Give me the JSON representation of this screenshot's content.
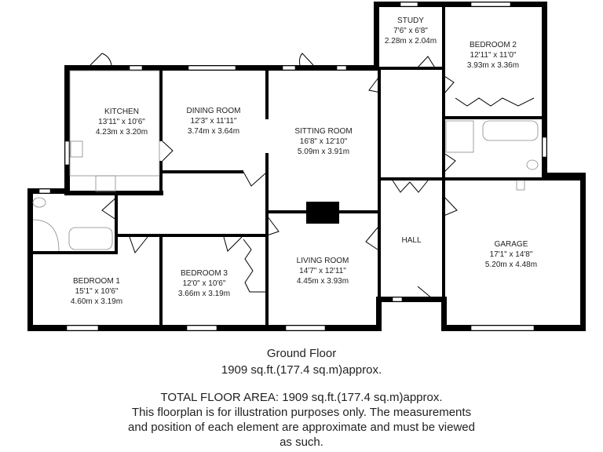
{
  "rooms": [
    {
      "name": "KITCHEN",
      "imperial": "13'11\" x 10'6\"",
      "metric": "4.23m x 3.20m"
    },
    {
      "name": "DINING ROOM",
      "imperial": "12'3\" x 11'11\"",
      "metric": "3.74m x 3.64m"
    },
    {
      "name": "SITTING ROOM",
      "imperial": "16'8\" x 12'10\"",
      "metric": "5.09m x 3.91m"
    },
    {
      "name": "STUDY",
      "imperial": "7'6\" x 6'8\"",
      "metric": "2.28m x 2.04m"
    },
    {
      "name": "BEDROOM 2",
      "imperial": "12'11\" x 11'0\"",
      "metric": "3.93m x 3.36m"
    },
    {
      "name": "HALL"
    },
    {
      "name": "GARAGE",
      "imperial": "17'1\" x 14'8\"",
      "metric": "5.20m x 4.48m"
    },
    {
      "name": "LIVING ROOM",
      "imperial": "14'7\" x 12'11\"",
      "metric": "4.45m x 3.93m"
    },
    {
      "name": "BEDROOM 3",
      "imperial": "12'0\" x 10'6\"",
      "metric": "3.66m x 3.19m"
    },
    {
      "name": "BEDROOM 1",
      "imperial": "15'1\" x 10'6\"",
      "metric": "4.60m x 3.19m"
    }
  ],
  "floor": {
    "name": "Ground Floor",
    "area": "1909 sq.ft.(177.4 sq.m)approx."
  },
  "notes": [
    "TOTAL FLOOR AREA: 1909 sq.ft.(177.4 sq.m)approx.",
    "This floorplan is for illustration purposes only. The measurements",
    "and position of each element are approximate and must be viewed",
    "as such."
  ],
  "colors": {
    "wall": "#000000",
    "window": "#ffffff",
    "fixture": "#888888"
  }
}
